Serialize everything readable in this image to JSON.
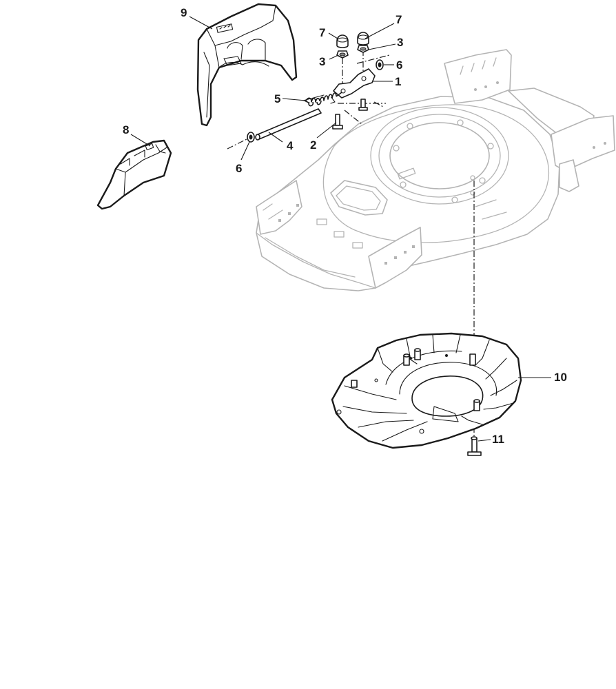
{
  "callouts": [
    {
      "id": "c7a",
      "label": "7"
    },
    {
      "id": "c7b",
      "label": "7"
    },
    {
      "id": "c3a",
      "label": "3"
    },
    {
      "id": "c3b",
      "label": "3"
    },
    {
      "id": "c6a",
      "label": "6"
    },
    {
      "id": "c1",
      "label": "1"
    },
    {
      "id": "c5",
      "label": "5"
    },
    {
      "id": "c2",
      "label": "2"
    },
    {
      "id": "c4",
      "label": "4"
    },
    {
      "id": "c6b",
      "label": "6"
    },
    {
      "id": "c8",
      "label": "8"
    },
    {
      "id": "c9",
      "label": "9"
    },
    {
      "id": "c10",
      "label": "10"
    },
    {
      "id": "c11",
      "label": "11"
    }
  ]
}
